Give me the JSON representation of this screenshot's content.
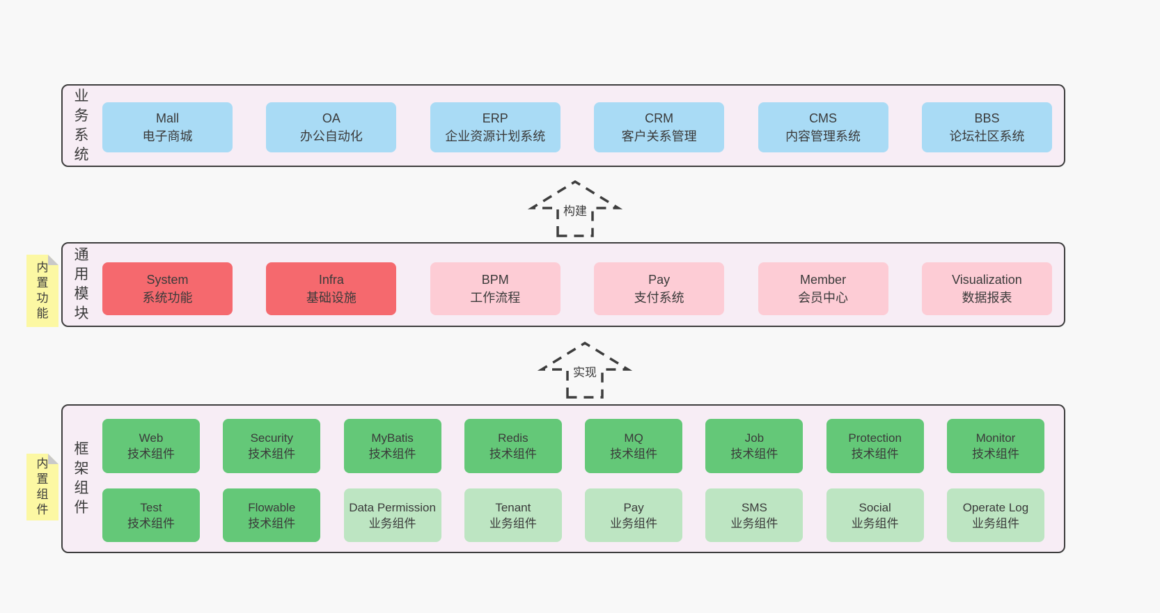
{
  "colors": {
    "page_bg": "#f8f8f8",
    "section_bg": "#f7edf5",
    "section_border": "#3d3d3d",
    "text": "#3a3a3a",
    "blue": "#a9dbf5",
    "red": "#f5696e",
    "pink": "#fdccd5",
    "green": "#64c878",
    "green_light": "#bde5c2",
    "note_yellow": "#fcf8a3",
    "note_fold": "#c9c9c9"
  },
  "arrows": [
    {
      "label": "构建"
    },
    {
      "label": "实现"
    }
  ],
  "sections": {
    "business": {
      "label": "业务系统",
      "boxes": [
        {
          "title": "Mall",
          "subtitle": "电子商城",
          "variant": "blue"
        },
        {
          "title": "OA",
          "subtitle": "办公自动化",
          "variant": "blue"
        },
        {
          "title": "ERP",
          "subtitle": "企业资源计划系统",
          "variant": "blue"
        },
        {
          "title": "CRM",
          "subtitle": "客户关系管理",
          "variant": "blue"
        },
        {
          "title": "CMS",
          "subtitle": "内容管理系统",
          "variant": "blue"
        },
        {
          "title": "BBS",
          "subtitle": "论坛社区系统",
          "variant": "blue"
        }
      ]
    },
    "modules": {
      "label": "通用模块",
      "note": "内置功能",
      "boxes": [
        {
          "title": "System",
          "subtitle": "系统功能",
          "variant": "red"
        },
        {
          "title": "Infra",
          "subtitle": "基础设施",
          "variant": "red"
        },
        {
          "title": "BPM",
          "subtitle": "工作流程",
          "variant": "pink"
        },
        {
          "title": "Pay",
          "subtitle": "支付系统",
          "variant": "pink"
        },
        {
          "title": "Member",
          "subtitle": "会员中心",
          "variant": "pink"
        },
        {
          "title": "Visualization",
          "subtitle": "数据报表",
          "variant": "pink"
        }
      ]
    },
    "components": {
      "label": "框架组件",
      "note": "内置组件",
      "row1": [
        {
          "title": "Web",
          "subtitle": "技术组件",
          "variant": "green"
        },
        {
          "title": "Security",
          "subtitle": "技术组件",
          "variant": "green"
        },
        {
          "title": "MyBatis",
          "subtitle": "技术组件",
          "variant": "green"
        },
        {
          "title": "Redis",
          "subtitle": "技术组件",
          "variant": "green"
        },
        {
          "title": "MQ",
          "subtitle": "技术组件",
          "variant": "green"
        },
        {
          "title": "Job",
          "subtitle": "技术组件",
          "variant": "green"
        },
        {
          "title": "Protection",
          "subtitle": "技术组件",
          "variant": "green"
        },
        {
          "title": "Monitor",
          "subtitle": "技术组件",
          "variant": "green"
        }
      ],
      "row2": [
        {
          "title": "Test",
          "subtitle": "技术组件",
          "variant": "green"
        },
        {
          "title": "Flowable",
          "subtitle": "技术组件",
          "variant": "green"
        },
        {
          "title": "Data Permission",
          "subtitle": "业务组件",
          "variant": "green-light"
        },
        {
          "title": "Tenant",
          "subtitle": "业务组件",
          "variant": "green-light"
        },
        {
          "title": "Pay",
          "subtitle": "业务组件",
          "variant": "green-light"
        },
        {
          "title": "SMS",
          "subtitle": "业务组件",
          "variant": "green-light"
        },
        {
          "title": "Social",
          "subtitle": "业务组件",
          "variant": "green-light"
        },
        {
          "title": "Operate Log",
          "subtitle": "业务组件",
          "variant": "green-light"
        }
      ]
    }
  }
}
